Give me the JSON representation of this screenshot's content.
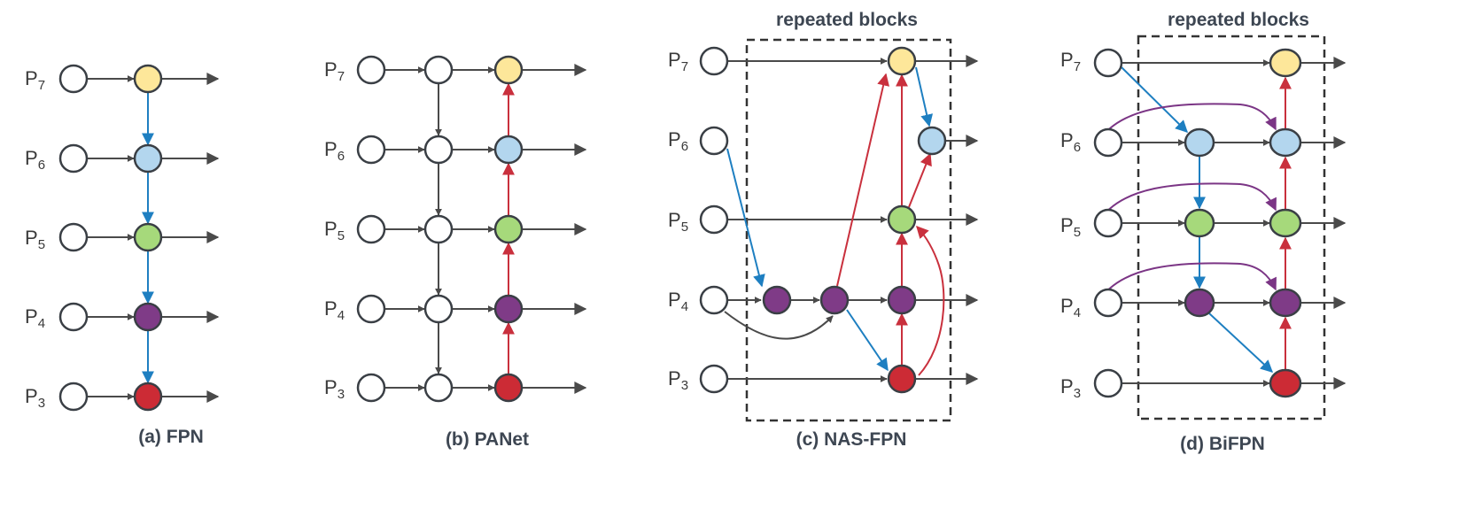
{
  "levels": [
    {
      "prefix": "P",
      "sub": "7"
    },
    {
      "prefix": "P",
      "sub": "6"
    },
    {
      "prefix": "P",
      "sub": "5"
    },
    {
      "prefix": "P",
      "sub": "4"
    },
    {
      "prefix": "P",
      "sub": "3"
    }
  ],
  "captions": {
    "fpn": "(a) FPN",
    "panet": "(b) PANet",
    "nasfpn": "(c) NAS-FPN",
    "bifpn": "(d) BiFPN"
  },
  "repeated_label": "repeated blocks",
  "colors": {
    "p7": "#fde79a",
    "p6": "#b3d6ee",
    "p5": "#a6d97b",
    "p4": "#7f3b87",
    "p3": "#cc2b35",
    "input": "#ffffff",
    "arrow_gray": "#4a4a4a",
    "arrow_blue": "#1e7fc1",
    "arrow_red": "#c9303d",
    "arrow_purple": "#7b3585"
  }
}
